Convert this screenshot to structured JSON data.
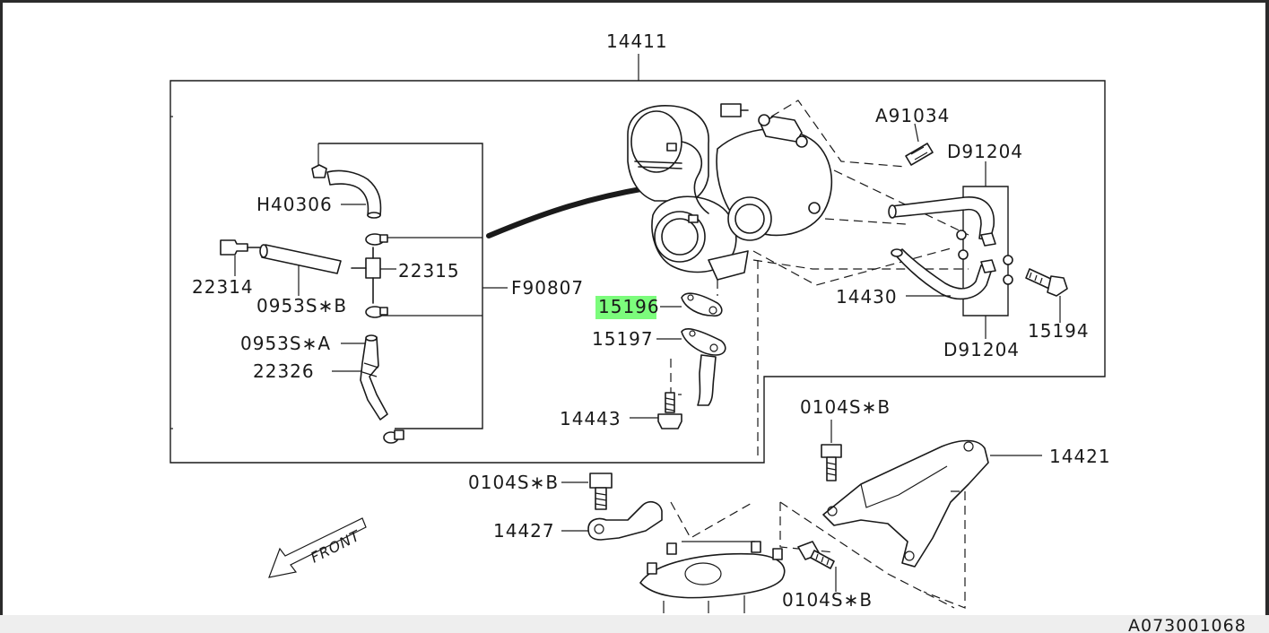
{
  "diagram": {
    "part_labels": {
      "p14411": "14411",
      "a91034": "A91034",
      "d91204_top": "D91204",
      "h40306": "H40306",
      "p22315": "22315",
      "p22314": "22314",
      "f90807": "F90807",
      "s0953b": "0953S∗B",
      "p15196": "15196",
      "s0953a": "0953S∗A",
      "p15197": "15197",
      "p22326": "22326",
      "p14430": "14430",
      "p15194": "15194",
      "d91204_bottom": "D91204",
      "p14443": "14443",
      "s0104b_right": "0104S∗B",
      "p14421": "14421",
      "s0104b_left": "0104S∗B",
      "p14427": "14427",
      "s0104b_bottom": "0104S∗B"
    },
    "front_label": "FRONT",
    "diagram_code": "A073001068",
    "highlight_color": "#7CFC7C"
  }
}
